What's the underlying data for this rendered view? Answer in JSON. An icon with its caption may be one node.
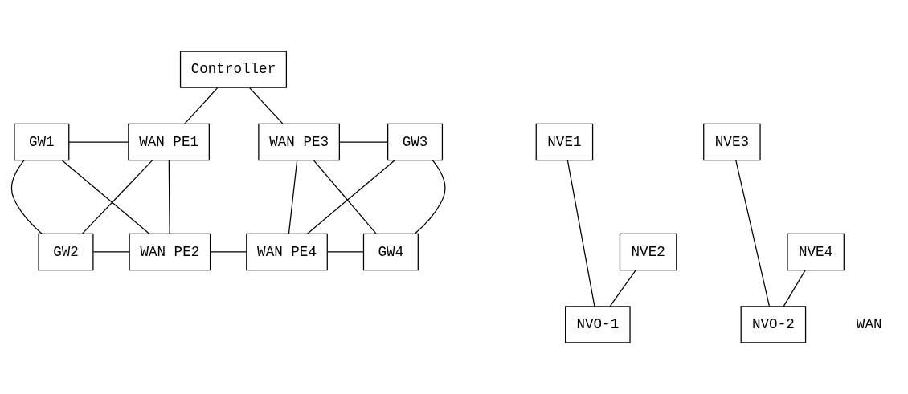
{
  "diagram": {
    "nodes": [
      {
        "text": [
          "Controller"
        ]
      },
      {
        "text": [
          "NVE1"
        ]
      },
      {
        "text": [
          "NVE2"
        ]
      },
      {
        "text": [
          "NVO-1"
        ]
      },
      {
        "text": [
          "GW1"
        ]
      },
      {
        "text": [
          "GW2"
        ]
      },
      {
        "text": [
          "WAN PE1"
        ]
      },
      {
        "text": [
          "WAN PE2"
        ]
      },
      {
        "text": [
          "WAN PE3"
        ]
      },
      {
        "text": [
          "WAN PE4"
        ]
      },
      {
        "text": [
          "GW3"
        ]
      },
      {
        "text": [
          "GW4"
        ]
      },
      {
        "text": [
          "NVO-2"
        ]
      },
      {
        "text": [
          "NVE3"
        ]
      },
      {
        "text": [
          "NVE4"
        ]
      }
    ],
    "edges": [
      {
        "from": 0,
        "to": 6,
        "arrow": "none"
      },
      {
        "from": 0,
        "to": 8,
        "arrow": "none"
      },
      {
        "from": 1,
        "to": 3,
        "arrow": "none"
      },
      {
        "from": 2,
        "to": 3,
        "arrow": "none"
      },
      {
        "from": 4,
        "to": 6,
        "arrow": "none"
      },
      {
        "from": 5,
        "to": 7,
        "arrow": "none"
      },
      {
        "from": 4,
        "to": 7,
        "arrow": "none"
      },
      {
        "from": 5,
        "to": 6,
        "arrow": "none"
      },
      {
        "from": 4,
        "to": 5,
        "arrow": "none"
      },
      {
        "from": 6,
        "to": 7,
        "arrow": "none"
      },
      {
        "from": 7,
        "to": 9,
        "arrow": "none"
      },
      {
        "from": 8,
        "to": 10,
        "arrow": "none"
      },
      {
        "from": 9,
        "to": 11,
        "arrow": "none"
      },
      {
        "from": 8,
        "to": 11,
        "arrow": "none"
      },
      {
        "from": 9,
        "to": 10,
        "arrow": "none"
      },
      {
        "from": 8,
        "to": 9,
        "arrow": "none"
      },
      {
        "from": 10,
        "to": 11,
        "arrow": "none"
      },
      {
        "from": 13,
        "to": 12,
        "arrow": "none"
      },
      {
        "from": 14,
        "to": 12,
        "arrow": "none"
      }
    ],
    "labels": [
      "WAN"
    ]
  }
}
